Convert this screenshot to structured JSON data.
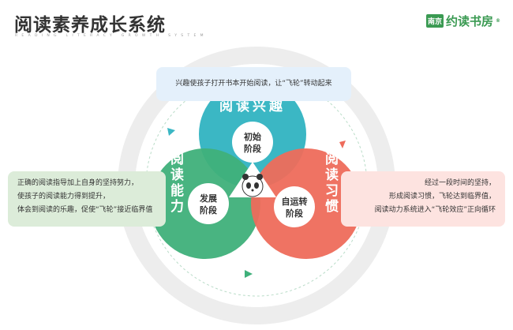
{
  "header": {
    "title": "阅读素养成长系统",
    "subtitle": "READING LITERACY GROWTH SYSTEM",
    "logo_badge": "南京",
    "logo_text": "约读书房",
    "logo_mark": "®"
  },
  "boxes": {
    "top": "兴趣使孩子打开书本开始阅读，让“飞轮”转动起来",
    "left": [
      "正确的阅读指导加上自身的坚持努力，",
      "使孩子的阅读能力得到提升，",
      "体会到阅读的乐趣，促使“飞轮”接近临界值"
    ],
    "right": [
      "经过一段时间的坚持，",
      "形成阅读习惯，飞轮达到临界值，",
      "阅读动力系统进入“飞轮效应”正向循环"
    ]
  },
  "circles": {
    "interest": {
      "label": "阅读兴趣",
      "stage": [
        "初始",
        "阶段"
      ],
      "color": "#3bb7c4"
    },
    "ability": {
      "label": "阅读能力",
      "stage": [
        "发展",
        "阶段"
      ],
      "color": "#3fb07a"
    },
    "habit": {
      "label": "阅读习惯",
      "stage": [
        "自运转",
        "阶段"
      ],
      "color": "#ee6b5b"
    }
  }
}
